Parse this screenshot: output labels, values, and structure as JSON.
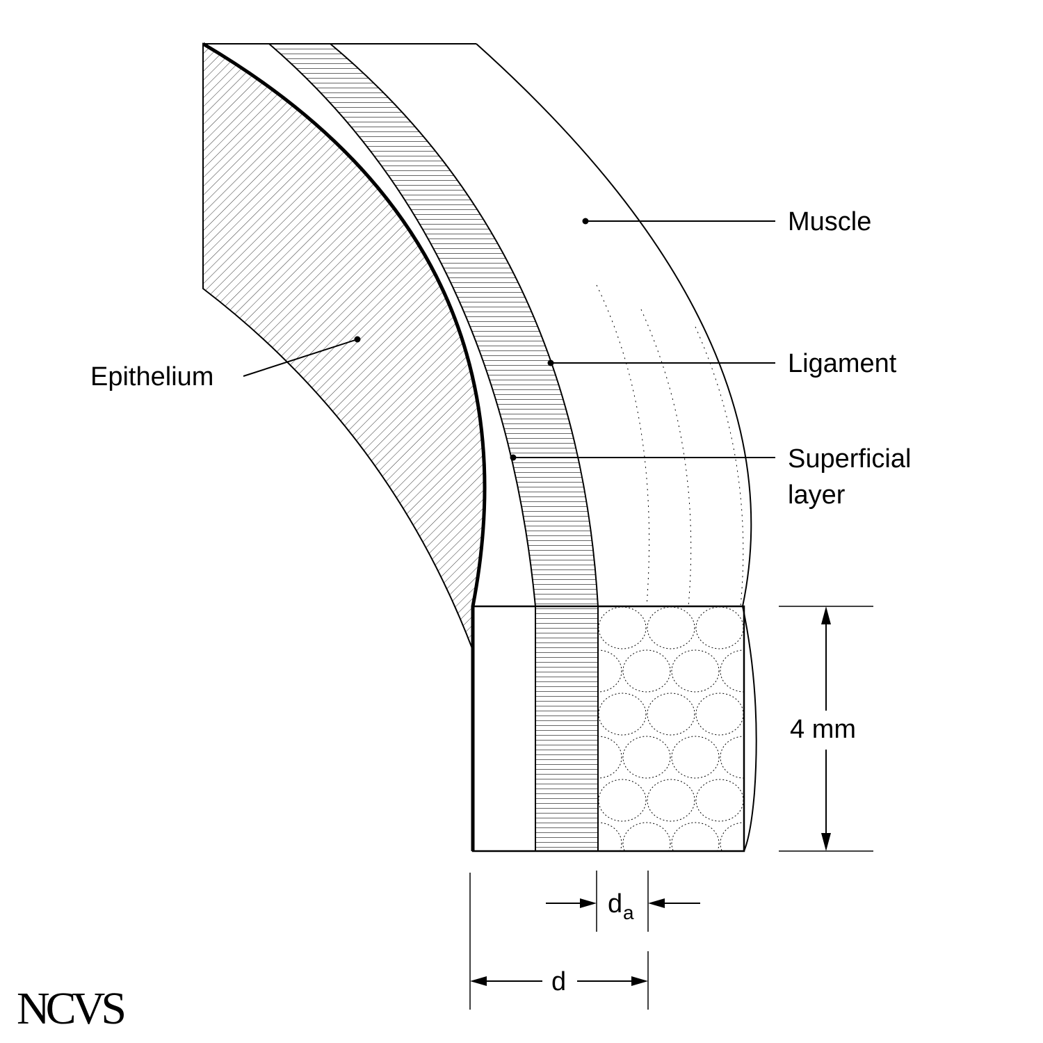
{
  "labels": {
    "muscle": "Muscle",
    "ligament": "Ligament",
    "superficial_line1": "Superficial",
    "superficial_line2": "layer",
    "epithelium": "Epithelium",
    "height": "4 mm",
    "da_main": "d",
    "da_sub": "a",
    "d": "d"
  },
  "logo": "NCVS",
  "colors": {
    "ink": "#000000",
    "background": "#ffffff"
  }
}
